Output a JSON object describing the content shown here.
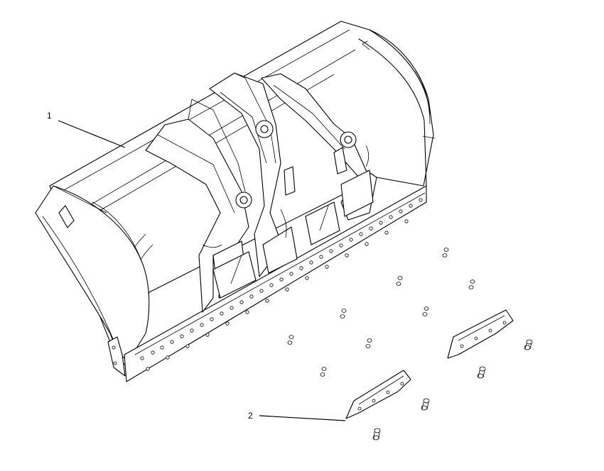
{
  "callouts": [
    {
      "label": "1",
      "part": "bucket"
    },
    {
      "label": "2",
      "part": "wear-strip"
    }
  ]
}
